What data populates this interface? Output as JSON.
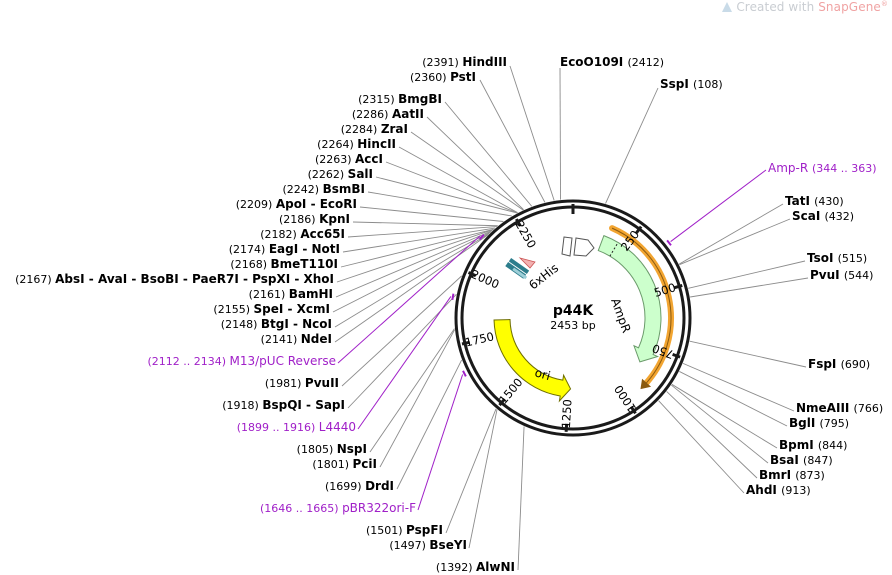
{
  "watermark": {
    "prefix": "Created with ",
    "brand": "SnapGene",
    "mark": "®"
  },
  "plasmid": {
    "name": "p44K",
    "size_label": "2453 bp"
  },
  "ticks": [
    "250",
    "500",
    "750",
    "1000",
    "1250",
    "1500",
    "1750",
    "2000",
    "2250"
  ],
  "features": {
    "ampr": "AmpR",
    "ori": "ori",
    "his": "6xHis"
  },
  "sites": [
    {
      "id": "hindiii",
      "pos": "(2391)",
      "name": "HindIII"
    },
    {
      "id": "psti",
      "pos": "(2360)",
      "name": "PstI"
    },
    {
      "id": "bmgbi",
      "pos": "(2315)",
      "name": "BmgBI"
    },
    {
      "id": "aatii",
      "pos": "(2286)",
      "name": "AatII"
    },
    {
      "id": "zrai",
      "pos": "(2284)",
      "name": "ZraI"
    },
    {
      "id": "hincii",
      "pos": "(2264)",
      "name": "HincII"
    },
    {
      "id": "acci",
      "pos": "(2263)",
      "name": "AccI"
    },
    {
      "id": "sali",
      "pos": "(2262)",
      "name": "SalI"
    },
    {
      "id": "bsmbi",
      "pos": "(2242)",
      "name": "BsmBI"
    },
    {
      "id": "apoi",
      "pos": "(2209)",
      "name": "ApoI  -  EcoRI"
    },
    {
      "id": "kpni",
      "pos": "(2186)",
      "name": "KpnI"
    },
    {
      "id": "acc65i",
      "pos": "(2182)",
      "name": "Acc65I"
    },
    {
      "id": "eagi",
      "pos": "(2174)",
      "name": "EagI  -  NotI"
    },
    {
      "id": "bmet110i",
      "pos": "(2168)",
      "name": "BmeT110I"
    },
    {
      "id": "absi",
      "pos": "(2167)",
      "name": "AbsI  -  AvaI  -  BsoBI  -  PaeR7I  -  PspXI  -  XhoI"
    },
    {
      "id": "bamhi",
      "pos": "(2161)",
      "name": "BamHI"
    },
    {
      "id": "spei",
      "pos": "(2155)",
      "name": "SpeI  -  XcmI"
    },
    {
      "id": "btgi",
      "pos": "(2148)",
      "name": "BtgI  -  NcoI"
    },
    {
      "id": "ndei",
      "pos": "(2141)",
      "name": "NdeI"
    },
    {
      "id": "pvuii",
      "pos": "(1981)",
      "name": "PvuII"
    },
    {
      "id": "bspqi",
      "pos": "(1918)",
      "name": "BspQI  -  SapI"
    },
    {
      "id": "nspi",
      "pos": "(1805)",
      "name": "NspI"
    },
    {
      "id": "pcii",
      "pos": "(1801)",
      "name": "PciI"
    },
    {
      "id": "drdi",
      "pos": "(1699)",
      "name": "DrdI"
    },
    {
      "id": "pspfi",
      "pos": "(1501)",
      "name": "PspFI"
    },
    {
      "id": "bseyi",
      "pos": "(1497)",
      "name": "BseYI"
    },
    {
      "id": "alwni",
      "pos": "(1392)",
      "name": "AlwNI"
    },
    {
      "id": "ecoo109i",
      "pos": "(2412)",
      "name": "EcoO109I"
    },
    {
      "id": "sspi",
      "pos": "(108)",
      "name": "SspI"
    },
    {
      "id": "tati",
      "pos": "(430)",
      "name": "TatI"
    },
    {
      "id": "scai",
      "pos": "(432)",
      "name": "ScaI"
    },
    {
      "id": "tsoi",
      "pos": "(515)",
      "name": "TsoI"
    },
    {
      "id": "pvui",
      "pos": "(544)",
      "name": "PvuI"
    },
    {
      "id": "fspi",
      "pos": "(690)",
      "name": "FspI"
    },
    {
      "id": "nmeaiii",
      "pos": "(766)",
      "name": "NmeAIII"
    },
    {
      "id": "bgli",
      "pos": "(795)",
      "name": "BglI"
    },
    {
      "id": "bpmi",
      "pos": "(844)",
      "name": "BpmI"
    },
    {
      "id": "bsai",
      "pos": "(847)",
      "name": "BsaI"
    },
    {
      "id": "bmri",
      "pos": "(873)",
      "name": "BmrI"
    },
    {
      "id": "ahdi",
      "pos": "(913)",
      "name": "AhdI"
    }
  ],
  "primers": [
    {
      "id": "ampr",
      "name": "Amp-R",
      "range": "(344 .. 363)"
    },
    {
      "id": "m13",
      "name": "M13/pUC Reverse",
      "range": "(2112 .. 2134)"
    },
    {
      "id": "l4440",
      "name": "L4440",
      "range": "(1899 .. 1916)"
    },
    {
      "id": "pbr322",
      "name": "pBR322ori-F",
      "range": "(1646 .. 1665)"
    }
  ],
  "colors": {
    "ampr_fill": "#ccffcc",
    "ori_fill": "#ffff00",
    "primer": "#a020c8",
    "highlight": "#f2a531",
    "his": "#2c7d8c"
  }
}
